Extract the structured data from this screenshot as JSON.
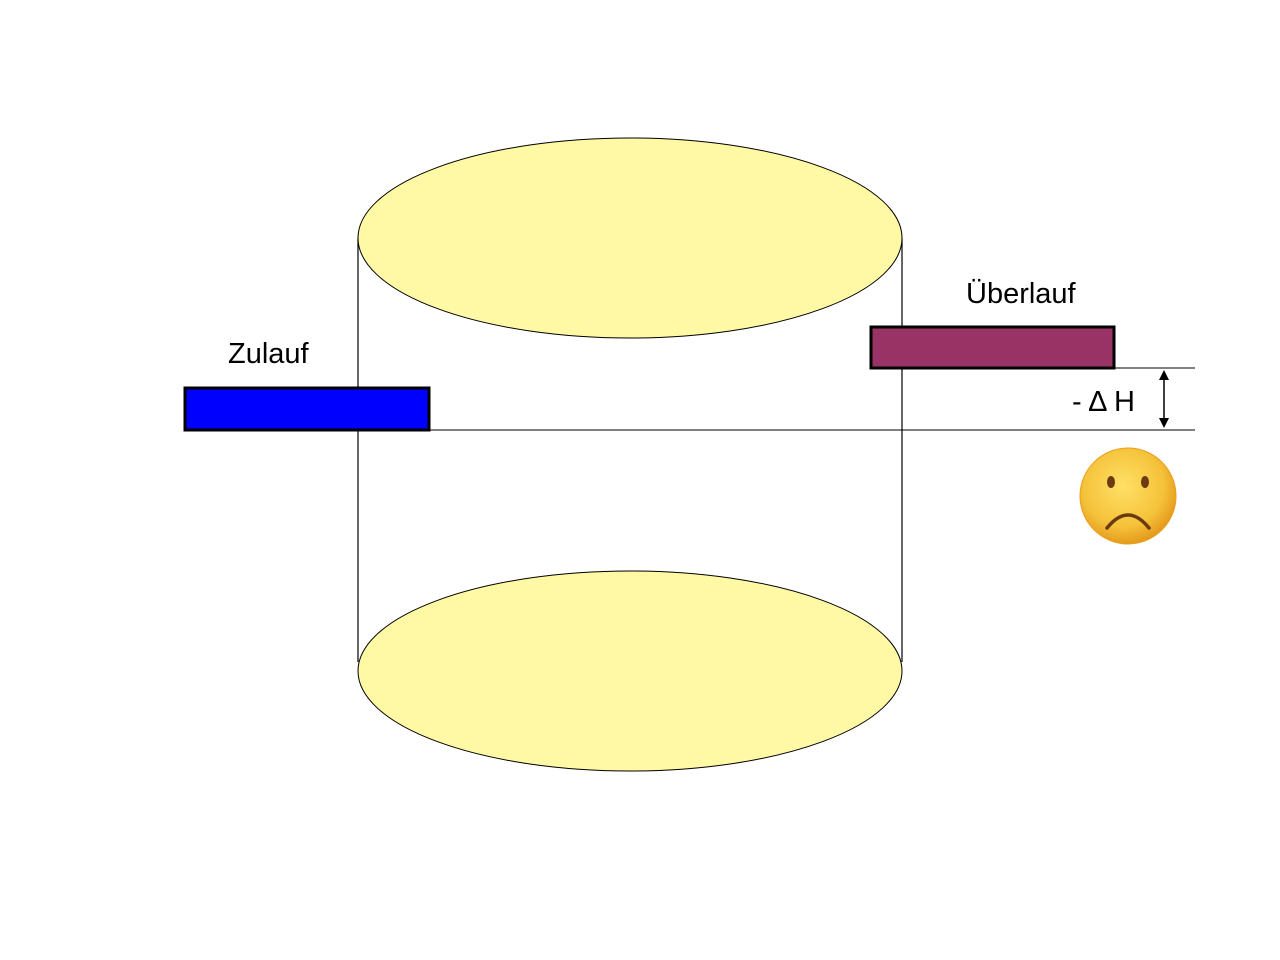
{
  "labels": {
    "inlet": "Zulauf",
    "overflow": "Überlauf",
    "height_difference": "- Δ H"
  },
  "colors": {
    "tank_fill": "#FFF9A6",
    "inlet_pipe": "#0000FF",
    "overflow_pipe": "#993366",
    "outline": "#000000",
    "smiley": "#F5C23A"
  },
  "icons": {
    "indicator": "sad-face-icon"
  }
}
